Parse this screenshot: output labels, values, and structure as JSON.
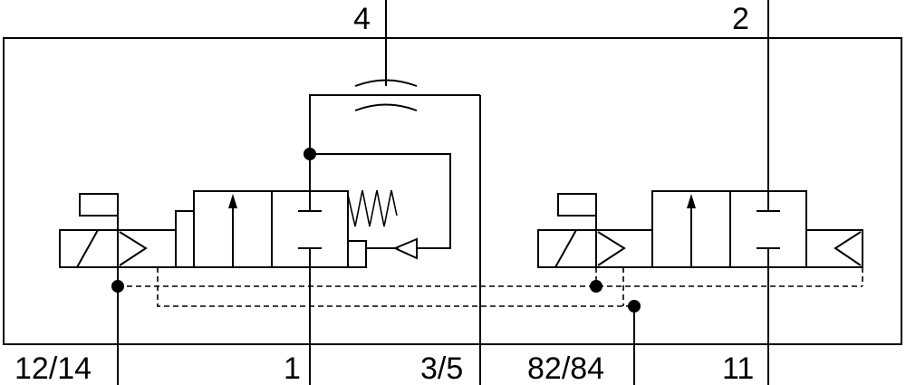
{
  "ports": {
    "top_4": "4",
    "top_2": "2",
    "bottom_12_14": "12/14",
    "bottom_1": "1",
    "bottom_3_5": "3/5",
    "bottom_82_84": "82/84",
    "bottom_11": "11"
  }
}
